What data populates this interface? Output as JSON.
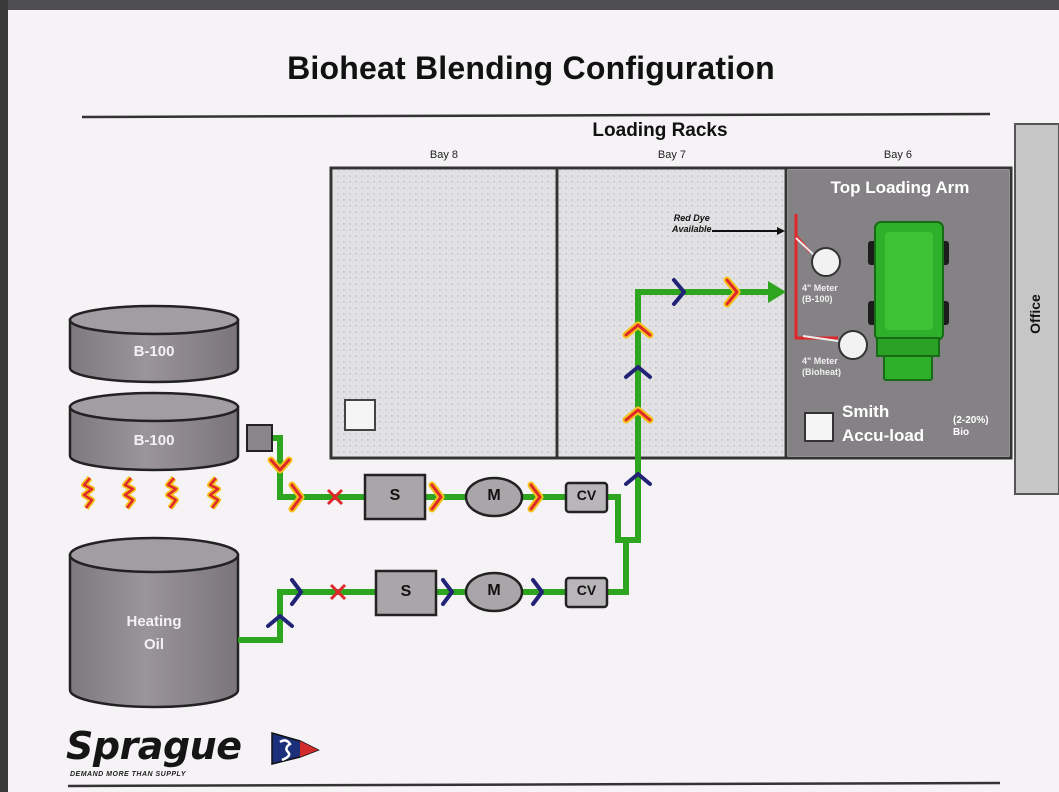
{
  "title": "Bioheat Blending Configuration",
  "loading_racks": {
    "title": "Loading Racks",
    "bays": [
      "Bay 8",
      "Bay 7",
      "Bay 6"
    ]
  },
  "tanks": {
    "b100_top": "B-100",
    "b100_heated": "B-100",
    "heating_oil_line1": "Heating",
    "heating_oil_line2": "Oil"
  },
  "equipment": {
    "strainer": "S",
    "meter": "M",
    "check_valve": "CV"
  },
  "bay6": {
    "top_loading_arm": "Top Loading Arm",
    "red_dye_line1": "Red Dye",
    "red_dye_line2": "Available",
    "meter_b100_line1": "4\" Meter",
    "meter_b100_line2": "(B-100)",
    "meter_bioheat_line1": "4\" Meter",
    "meter_bioheat_line2": "(Bioheat)",
    "smith_line1": "Smith",
    "smith_line2": "Accu-load",
    "blend_pct_line1": "(2-20%)",
    "blend_pct_line2": "Bio"
  },
  "office": "Office",
  "logo": {
    "name": "Sprague",
    "tagline": "DEMAND MORE THAN SUPPLY"
  },
  "colors": {
    "pipe": "#2ea51e",
    "tank": "#8f8a8f",
    "bay6_panel": "#858285",
    "truck": "#2fb02a",
    "office_panel": "#c6c6c6",
    "heat_arrow_red": "#e0282a",
    "heat_arrow_yellow": "#f4c21c",
    "flow_blue": "#222277"
  }
}
